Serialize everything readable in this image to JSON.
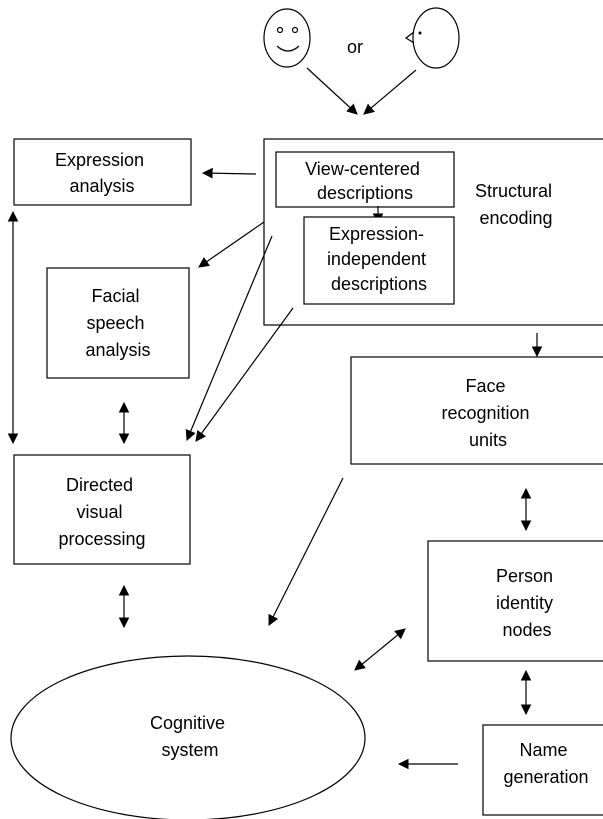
{
  "diagram": {
    "or_label": "or",
    "expression_analysis": [
      "Expression",
      "analysis"
    ],
    "view_centered": [
      "View-centered",
      "descriptions"
    ],
    "structural_encoding": [
      "Structural",
      "encoding"
    ],
    "expression_independent": [
      "Expression-",
      "independent",
      "descriptions"
    ],
    "facial_speech": [
      "Facial",
      "speech",
      "analysis"
    ],
    "face_recognition": [
      "Face",
      "recognition",
      "units"
    ],
    "directed_visual": [
      "Directed",
      "visual",
      "processing"
    ],
    "person_identity": [
      "Person",
      "identity",
      "nodes"
    ],
    "cognitive_system": [
      "Cognitive",
      "system"
    ],
    "name_generation": [
      "Name",
      "generation"
    ]
  }
}
